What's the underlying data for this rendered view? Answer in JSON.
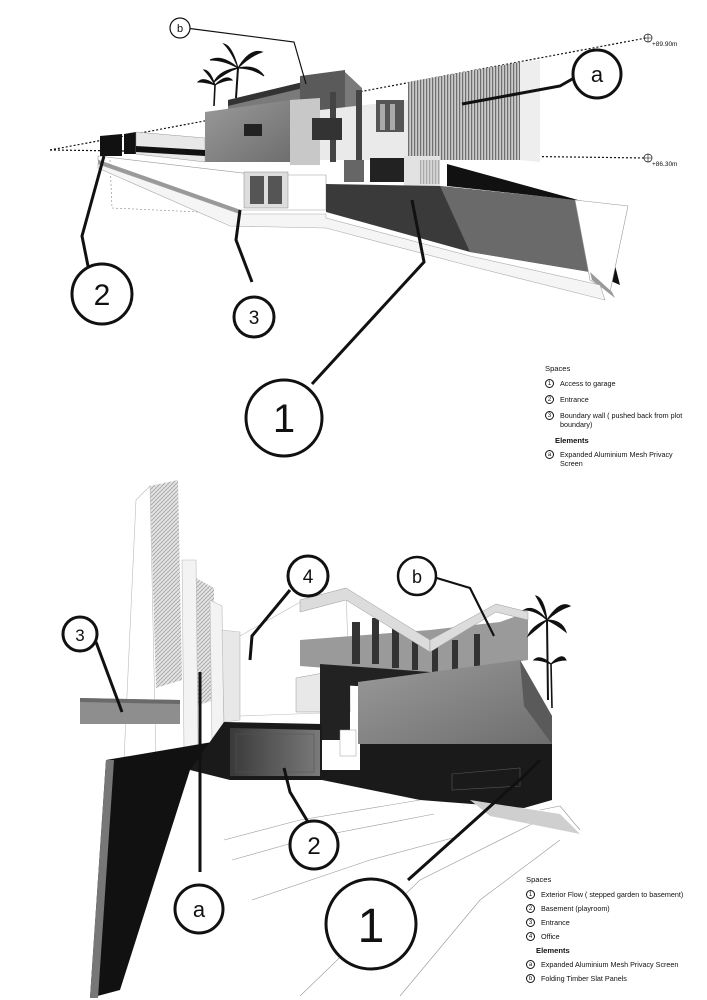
{
  "top_view": {
    "levels": {
      "upper": "+89.90m",
      "lower": "+86.30m"
    },
    "callouts": {
      "one": "1",
      "two": "2",
      "three": "3",
      "a": "a",
      "b": "b"
    },
    "legend": {
      "spaces_header": "Spaces",
      "spaces": [
        {
          "marker": "1",
          "label": "Access to garage"
        },
        {
          "marker": "2",
          "label": "Entrance"
        },
        {
          "marker": "3",
          "label": "Boundary wall ( pushed back from plot boundary)"
        }
      ],
      "elements_header": "Elements",
      "elements": [
        {
          "marker": "a",
          "label": "Expanded Aluminium Mesh Privacy Screen"
        }
      ]
    }
  },
  "bottom_view": {
    "callouts": {
      "one": "1",
      "two": "2",
      "three": "3",
      "four": "4",
      "a": "a",
      "b": "b"
    },
    "legend": {
      "spaces_header": "Spaces",
      "spaces": [
        {
          "marker": "1",
          "label": "Exterior Flow ( stepped garden to basement)"
        },
        {
          "marker": "2",
          "label": "Basement (playroom)"
        },
        {
          "marker": "3",
          "label": "Entrance"
        },
        {
          "marker": "4",
          "label": "Office"
        }
      ],
      "elements_header": "Elements",
      "elements": [
        {
          "marker": "a",
          "label": "Expanded Aluminium Mesh Privacy Screen"
        },
        {
          "marker": "b",
          "label": "Folding Timber Slat Panels"
        }
      ]
    }
  },
  "colors": {
    "ink": "#111111",
    "concrete": "#8a8a8a",
    "shadow": "#1a1a1a",
    "paper": "#ffffff"
  }
}
